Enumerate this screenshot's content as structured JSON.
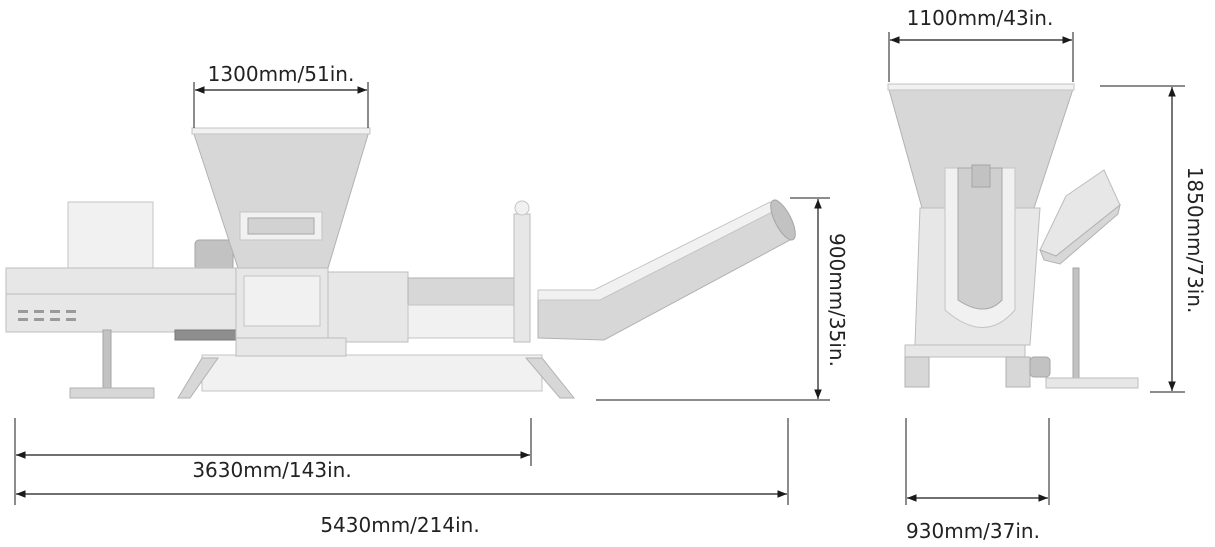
{
  "dimensions": {
    "hopper_width_side": "1300mm/51in.",
    "hopper_width_front": "1100mm/43in.",
    "discharge_height": "900mm/35in.",
    "total_height": "1850mm/73in.",
    "base_length": "3630mm/143in.",
    "total_length": "5430mm/214in.",
    "base_width": "930mm/37in."
  },
  "colors": {
    "dimension_lines": "#1a1a1a",
    "machine_body": "#d7d7d7"
  }
}
